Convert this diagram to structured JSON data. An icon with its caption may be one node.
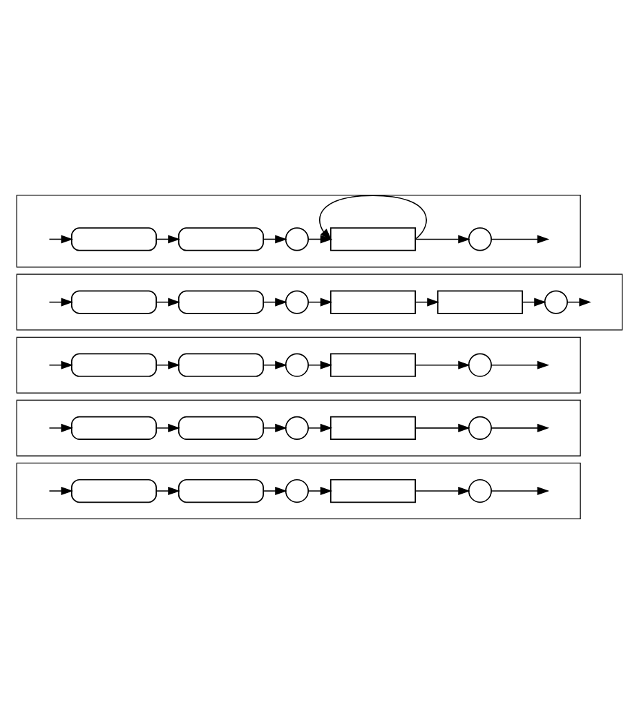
{
  "diagram": {
    "nodes": [
      {
        "text": [],
        "shape": "box"
      },
      {
        "text": [],
        "shape": "pill",
        "in": 0
      },
      {
        "text": [],
        "shape": "pill",
        "in": 0
      },
      {
        "text": [],
        "shape": "circle",
        "in": 0
      },
      {
        "text": [],
        "shape": "box",
        "in": 0
      },
      {
        "text": [],
        "shape": "circle",
        "in": 0
      },
      {
        "text": [],
        "shape": "box"
      },
      {
        "text": [],
        "shape": "pill",
        "in": 6
      },
      {
        "text": [],
        "shape": "pill",
        "in": 6
      },
      {
        "text": [],
        "shape": "circle",
        "in": 6
      },
      {
        "text": [],
        "shape": "box",
        "in": 6
      },
      {
        "text": [],
        "shape": "box",
        "in": 6
      },
      {
        "text": [],
        "shape": "circle",
        "in": 6
      },
      {
        "text": [],
        "shape": "box"
      },
      {
        "text": [],
        "shape": "pill",
        "in": 13
      },
      {
        "text": [],
        "shape": "pill",
        "in": 13
      },
      {
        "text": [],
        "shape": "circle",
        "in": 13
      },
      {
        "text": [],
        "shape": "box",
        "in": 13
      },
      {
        "text": [],
        "shape": "circle",
        "in": 13
      },
      {
        "text": [],
        "shape": "box"
      },
      {
        "text": [],
        "shape": "pill",
        "in": 19
      },
      {
        "text": [],
        "shape": "pill",
        "in": 19
      },
      {
        "text": [],
        "shape": "circle",
        "in": 19
      },
      {
        "text": [],
        "shape": "box",
        "in": 19
      },
      {
        "text": [],
        "shape": "circle",
        "in": 19
      },
      {
        "text": [],
        "shape": "box"
      },
      {
        "text": [],
        "shape": "pill",
        "in": 25
      },
      {
        "text": [],
        "shape": "pill",
        "in": 25
      },
      {
        "text": [],
        "shape": "circle",
        "in": 25
      },
      {
        "text": [],
        "shape": "box",
        "in": 25
      },
      {
        "text": [],
        "shape": "circle",
        "in": 25
      }
    ],
    "edges": [
      {
        "from": null,
        "to": 1,
        "arrow": "to"
      },
      {
        "from": 1,
        "to": 2,
        "arrow": "to"
      },
      {
        "from": 2,
        "to": 3,
        "arrow": "to"
      },
      {
        "from": 3,
        "to": 4,
        "arrow": "to"
      },
      {
        "from": 4,
        "to": 4,
        "arrow": "to"
      },
      {
        "from": 4,
        "to": 5,
        "arrow": "to"
      },
      {
        "from": 5,
        "to": null,
        "arrow": "to"
      },
      {
        "from": null,
        "to": 7,
        "arrow": "to"
      },
      {
        "from": 7,
        "to": 8,
        "arrow": "to"
      },
      {
        "from": 8,
        "to": 9,
        "arrow": "to"
      },
      {
        "from": 9,
        "to": 10,
        "arrow": "to"
      },
      {
        "from": 10,
        "to": 11,
        "arrow": "to"
      },
      {
        "from": 11,
        "to": 12,
        "arrow": "to"
      },
      {
        "from": 12,
        "to": null,
        "arrow": "to"
      },
      {
        "from": null,
        "to": 14,
        "arrow": "to"
      },
      {
        "from": 14,
        "to": 15,
        "arrow": "to"
      },
      {
        "from": 15,
        "to": 16,
        "arrow": "to"
      },
      {
        "from": 16,
        "to": 17,
        "arrow": "to"
      },
      {
        "from": 17,
        "to": 18,
        "arrow": "to"
      },
      {
        "from": 18,
        "to": null,
        "arrow": "to"
      },
      {
        "from": null,
        "to": 20,
        "arrow": "to"
      },
      {
        "from": 20,
        "to": 21,
        "arrow": "to"
      },
      {
        "from": 21,
        "to": 22,
        "arrow": "to"
      },
      {
        "from": 22,
        "to": 23,
        "arrow": "to"
      },
      {
        "from": 23,
        "to": 24,
        "arrow": "to"
      },
      {
        "from": 24,
        "to": null,
        "arrow": "to"
      },
      {
        "from": null,
        "to": 26,
        "arrow": "to"
      },
      {
        "from": 26,
        "to": 27,
        "arrow": "to"
      },
      {
        "from": 27,
        "to": 28,
        "arrow": "to"
      },
      {
        "from": 28,
        "to": 29,
        "arrow": "to"
      },
      {
        "from": 29,
        "to": 30,
        "arrow": "to"
      },
      {
        "from": 30,
        "to": null,
        "arrow": "to"
      }
    ]
  }
}
